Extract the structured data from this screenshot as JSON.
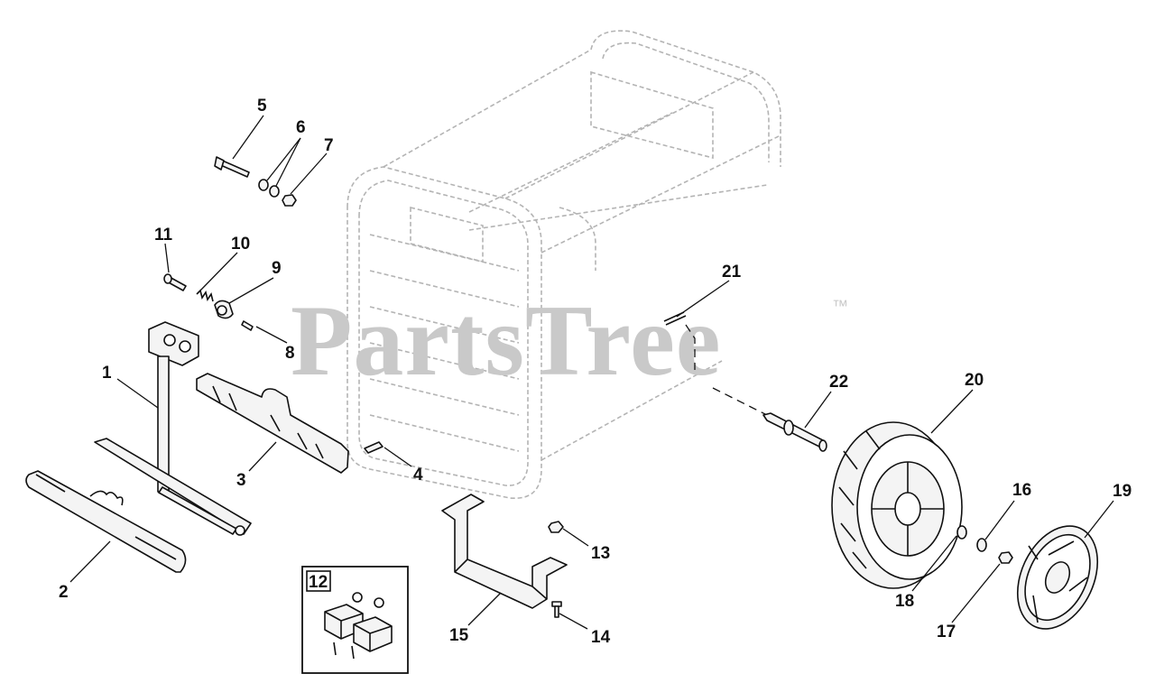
{
  "watermark": {
    "text": "PartsTree",
    "trademark": "™"
  },
  "callouts": [
    "1",
    "2",
    "3",
    "4",
    "5",
    "6",
    "7",
    "8",
    "9",
    "10",
    "11",
    "12",
    "13",
    "14",
    "15",
    "16",
    "17",
    "18",
    "19",
    "20",
    "21",
    "22"
  ],
  "parts": [
    {
      "id": "1",
      "name": "handle-post"
    },
    {
      "id": "2",
      "name": "handle-grip"
    },
    {
      "id": "3",
      "name": "handle-bracket"
    },
    {
      "id": "4",
      "name": "bracket-screw"
    },
    {
      "id": "5",
      "name": "hinge-bolt"
    },
    {
      "id": "6",
      "name": "washers"
    },
    {
      "id": "7",
      "name": "hinge-nut"
    },
    {
      "id": "8",
      "name": "knob-screw"
    },
    {
      "id": "9",
      "name": "lock-knob"
    },
    {
      "id": "10",
      "name": "spring"
    },
    {
      "id": "11",
      "name": "lock-pin"
    },
    {
      "id": "12",
      "name": "isolator-kit"
    },
    {
      "id": "13",
      "name": "foot-nut"
    },
    {
      "id": "14",
      "name": "foot-bolt"
    },
    {
      "id": "15",
      "name": "support-foot"
    },
    {
      "id": "16",
      "name": "axle-washer"
    },
    {
      "id": "17",
      "name": "axle-nut"
    },
    {
      "id": "18",
      "name": "wheel-washer"
    },
    {
      "id": "19",
      "name": "hub-cap"
    },
    {
      "id": "20",
      "name": "wheel"
    },
    {
      "id": "21",
      "name": "cotter-pin"
    },
    {
      "id": "22",
      "name": "axle-shaft"
    }
  ]
}
